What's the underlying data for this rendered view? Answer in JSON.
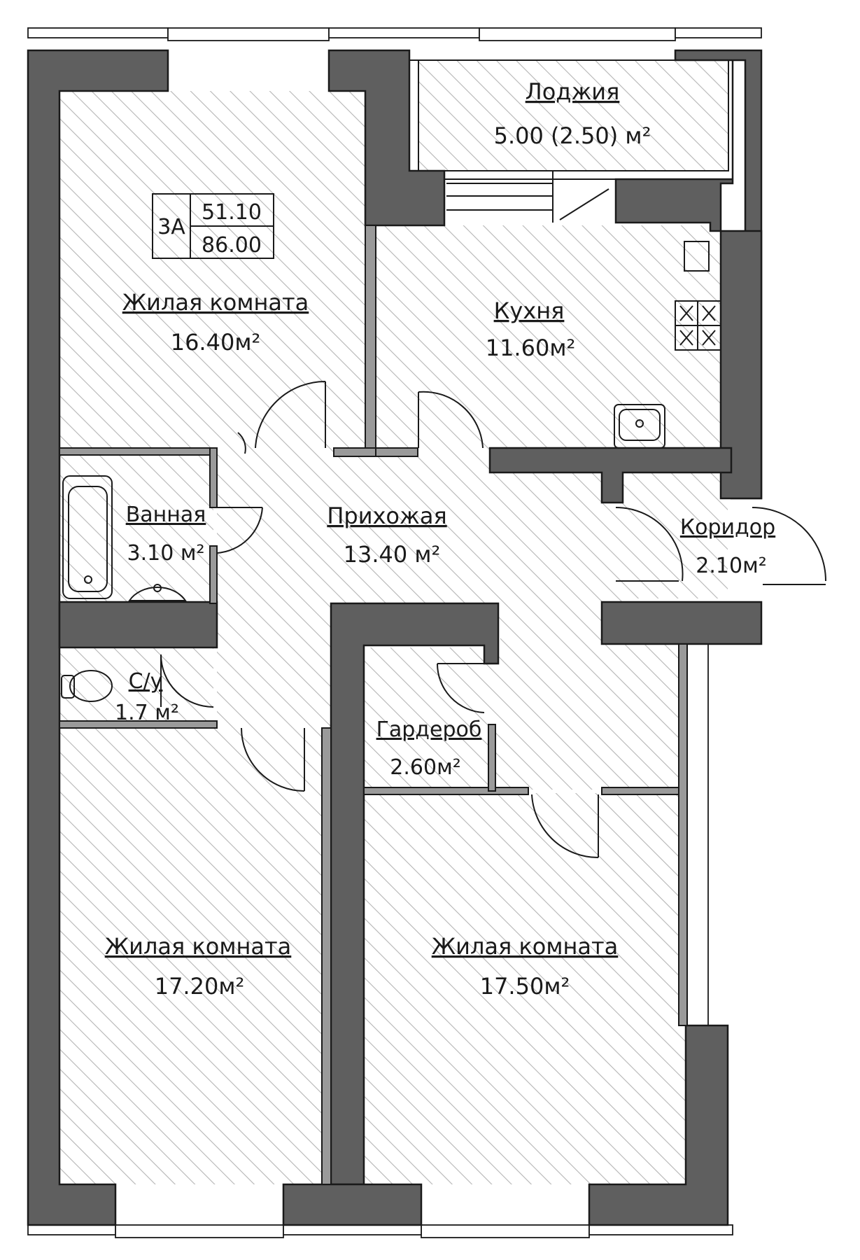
{
  "apartment": {
    "code": "3А",
    "living_area": "51.10",
    "total_area": "86.00"
  },
  "rooms": {
    "loggia": {
      "name": "Лоджия",
      "area": "5.00 (2.50) м²"
    },
    "living_top": {
      "name": "Жилая комната",
      "area": "16.40м²"
    },
    "kitchen": {
      "name": "Кухня",
      "area": "11.60м²"
    },
    "bathroom": {
      "name": "Ванная",
      "area": "3.10 м²"
    },
    "hallway": {
      "name": "Прихожая",
      "area": "13.40 м²"
    },
    "corridor": {
      "name": "Коридор",
      "area": "2.10м²"
    },
    "toilet": {
      "name": "С/у",
      "area": "1.7 м²"
    },
    "wardrobe": {
      "name": "Гардероб",
      "area": "2.60м²"
    },
    "living_bottom_left": {
      "name": "Жилая комната",
      "area": "17.20м²"
    },
    "living_bottom_right": {
      "name": "Жилая комната",
      "area": "17.50м²"
    }
  },
  "colors": {
    "wall": "#5f5f5f",
    "hatch": "#b5b5b5",
    "line": "#1a1a1a"
  }
}
